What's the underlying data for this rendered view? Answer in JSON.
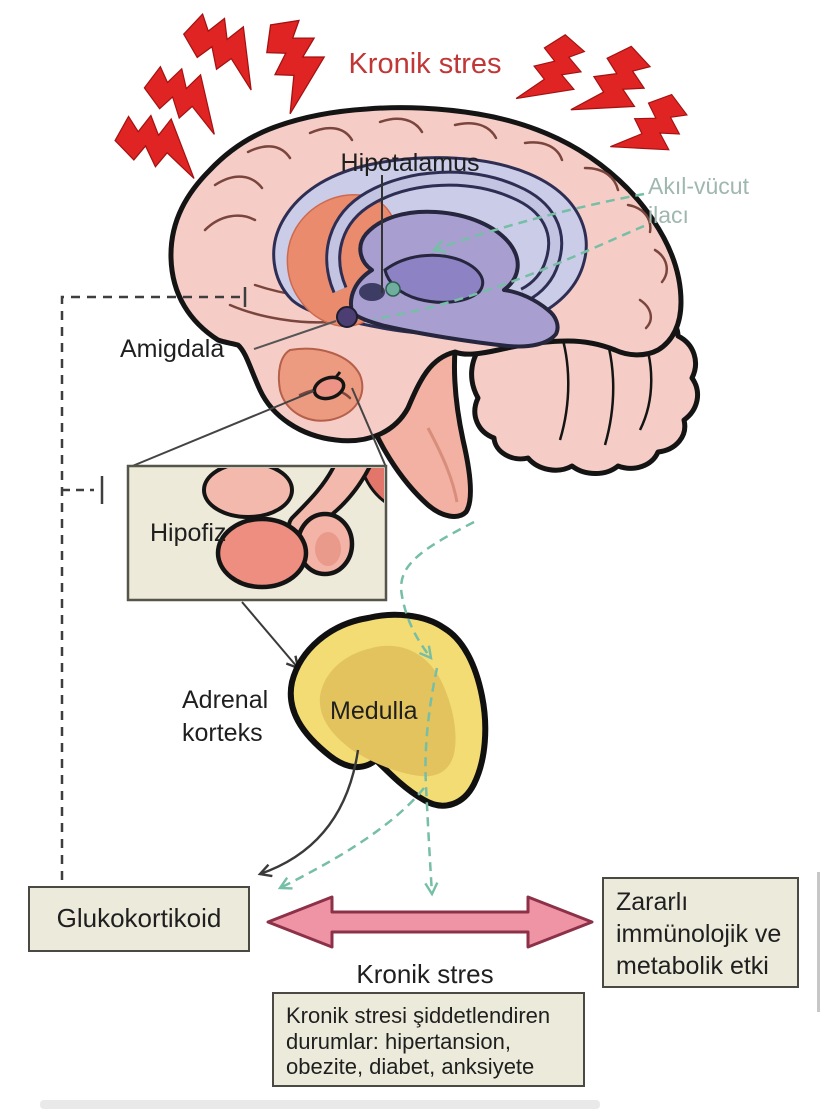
{
  "diagram": {
    "title": "Kronik stres",
    "brain": {
      "hypothalamus_label": "Hipotalamus",
      "amygdala_label": "Amigdala",
      "mind_body_line1": "Akıl-vücut",
      "mind_body_line2": "ilacı"
    },
    "pituitary": {
      "label": "Hipofiz"
    },
    "adrenal": {
      "cortex_line1": "Adrenal",
      "cortex_line2": "korteks",
      "medulla_label": "Medulla"
    },
    "bottom": {
      "glucocorticoid_label": "Glukokortikoid",
      "chronic_stress_label": "Kronik stres",
      "harmful_line1": "Zararlı",
      "harmful_line2": "immünolojik ve",
      "harmful_line3": "metabolik etki",
      "conditions_line1": "Kronik stresi şiddetlendiren",
      "conditions_line2": "durumlar: hipertansion,",
      "conditions_line3": "obezite, diabet, anksiyete"
    },
    "colors": {
      "lightning_red": "#e02424",
      "title_red": "#c13737",
      "mind_body_teal_text": "#9fb7ad",
      "teal_dash": "#76bea6",
      "box_beige": "#eceadb",
      "pink_arrow": "#ef94a5",
      "adrenal_yellow": "#f3dc74",
      "adrenal_inner": "#e3c35e",
      "cortex_pink": "#f6cdc6",
      "limbic_lavender": "#cbcce7",
      "hippocampus_purple": "#a89fd0",
      "thalamus_salmon": "#ea8b6e"
    }
  }
}
